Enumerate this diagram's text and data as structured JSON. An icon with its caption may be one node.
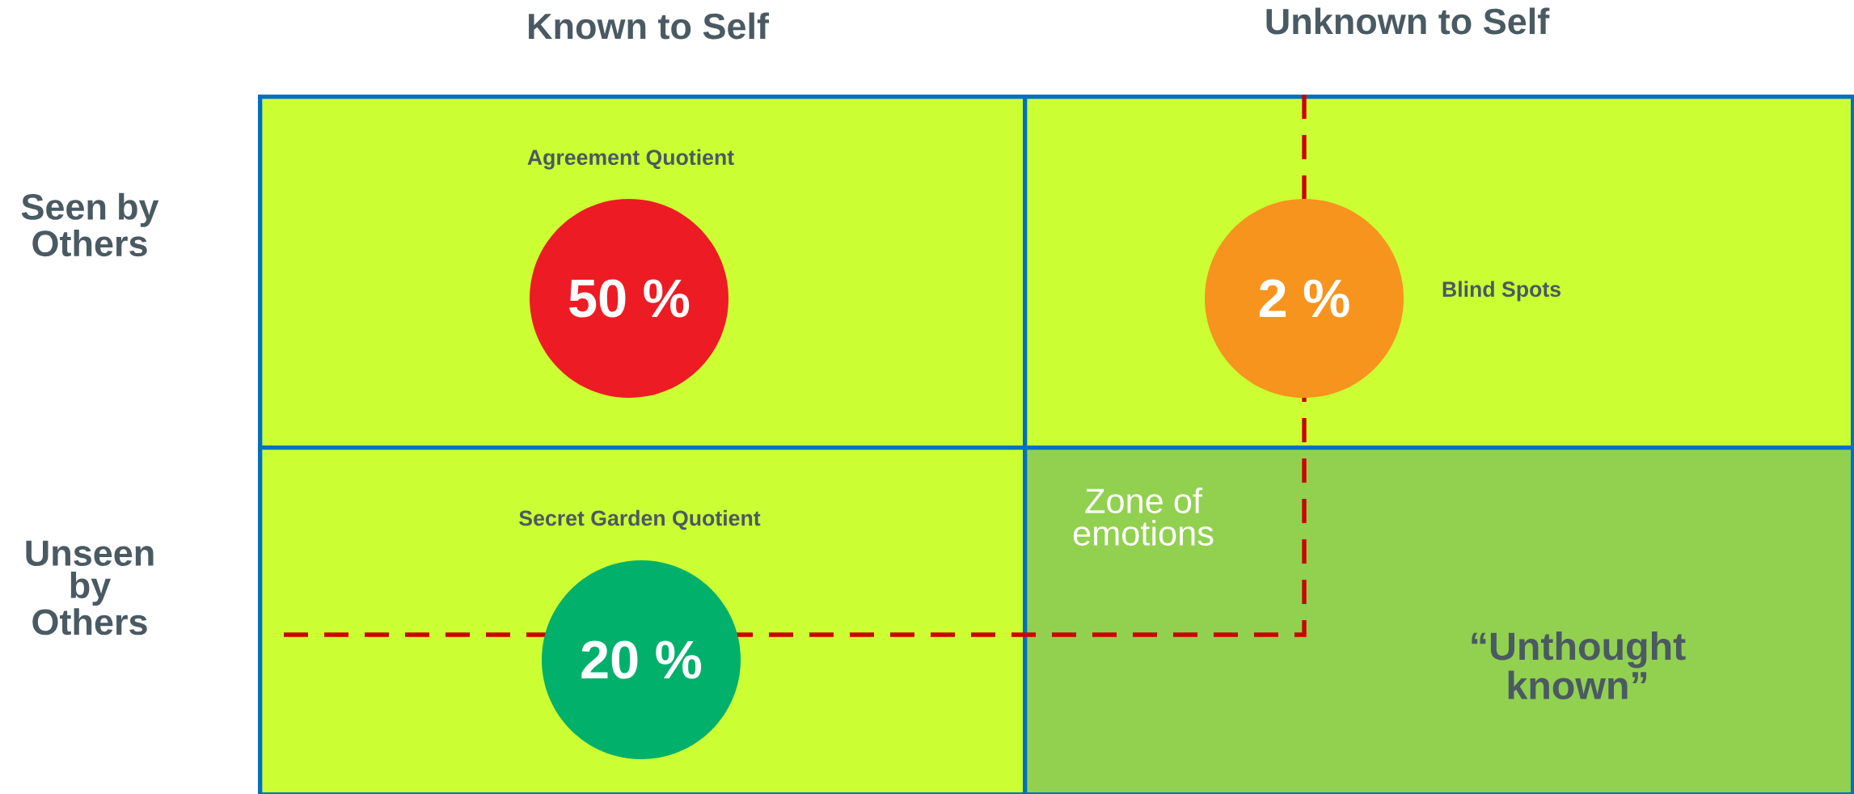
{
  "diagram": {
    "nodes": [
      {
        "text": [
          "Agreement Quotient"
        ]
      },
      {
        "text": [
          "50 %"
        ],
        "in": 0
      },
      {
        "text": [
          "Blind Spots"
        ]
      },
      {
        "text": [
          "2 %"
        ],
        "in": 2
      },
      {
        "text": [
          "Secret Garden Quotient"
        ]
      },
      {
        "text": [
          "20 %"
        ],
        "in": 4
      },
      {
        "text": [
          "Zone of emotions",
          "“Unthought known”"
        ]
      }
    ],
    "labels": [
      "Known to Self",
      "Unknown to Self",
      "Seen by Others",
      "Unseen by Others"
    ]
  }
}
